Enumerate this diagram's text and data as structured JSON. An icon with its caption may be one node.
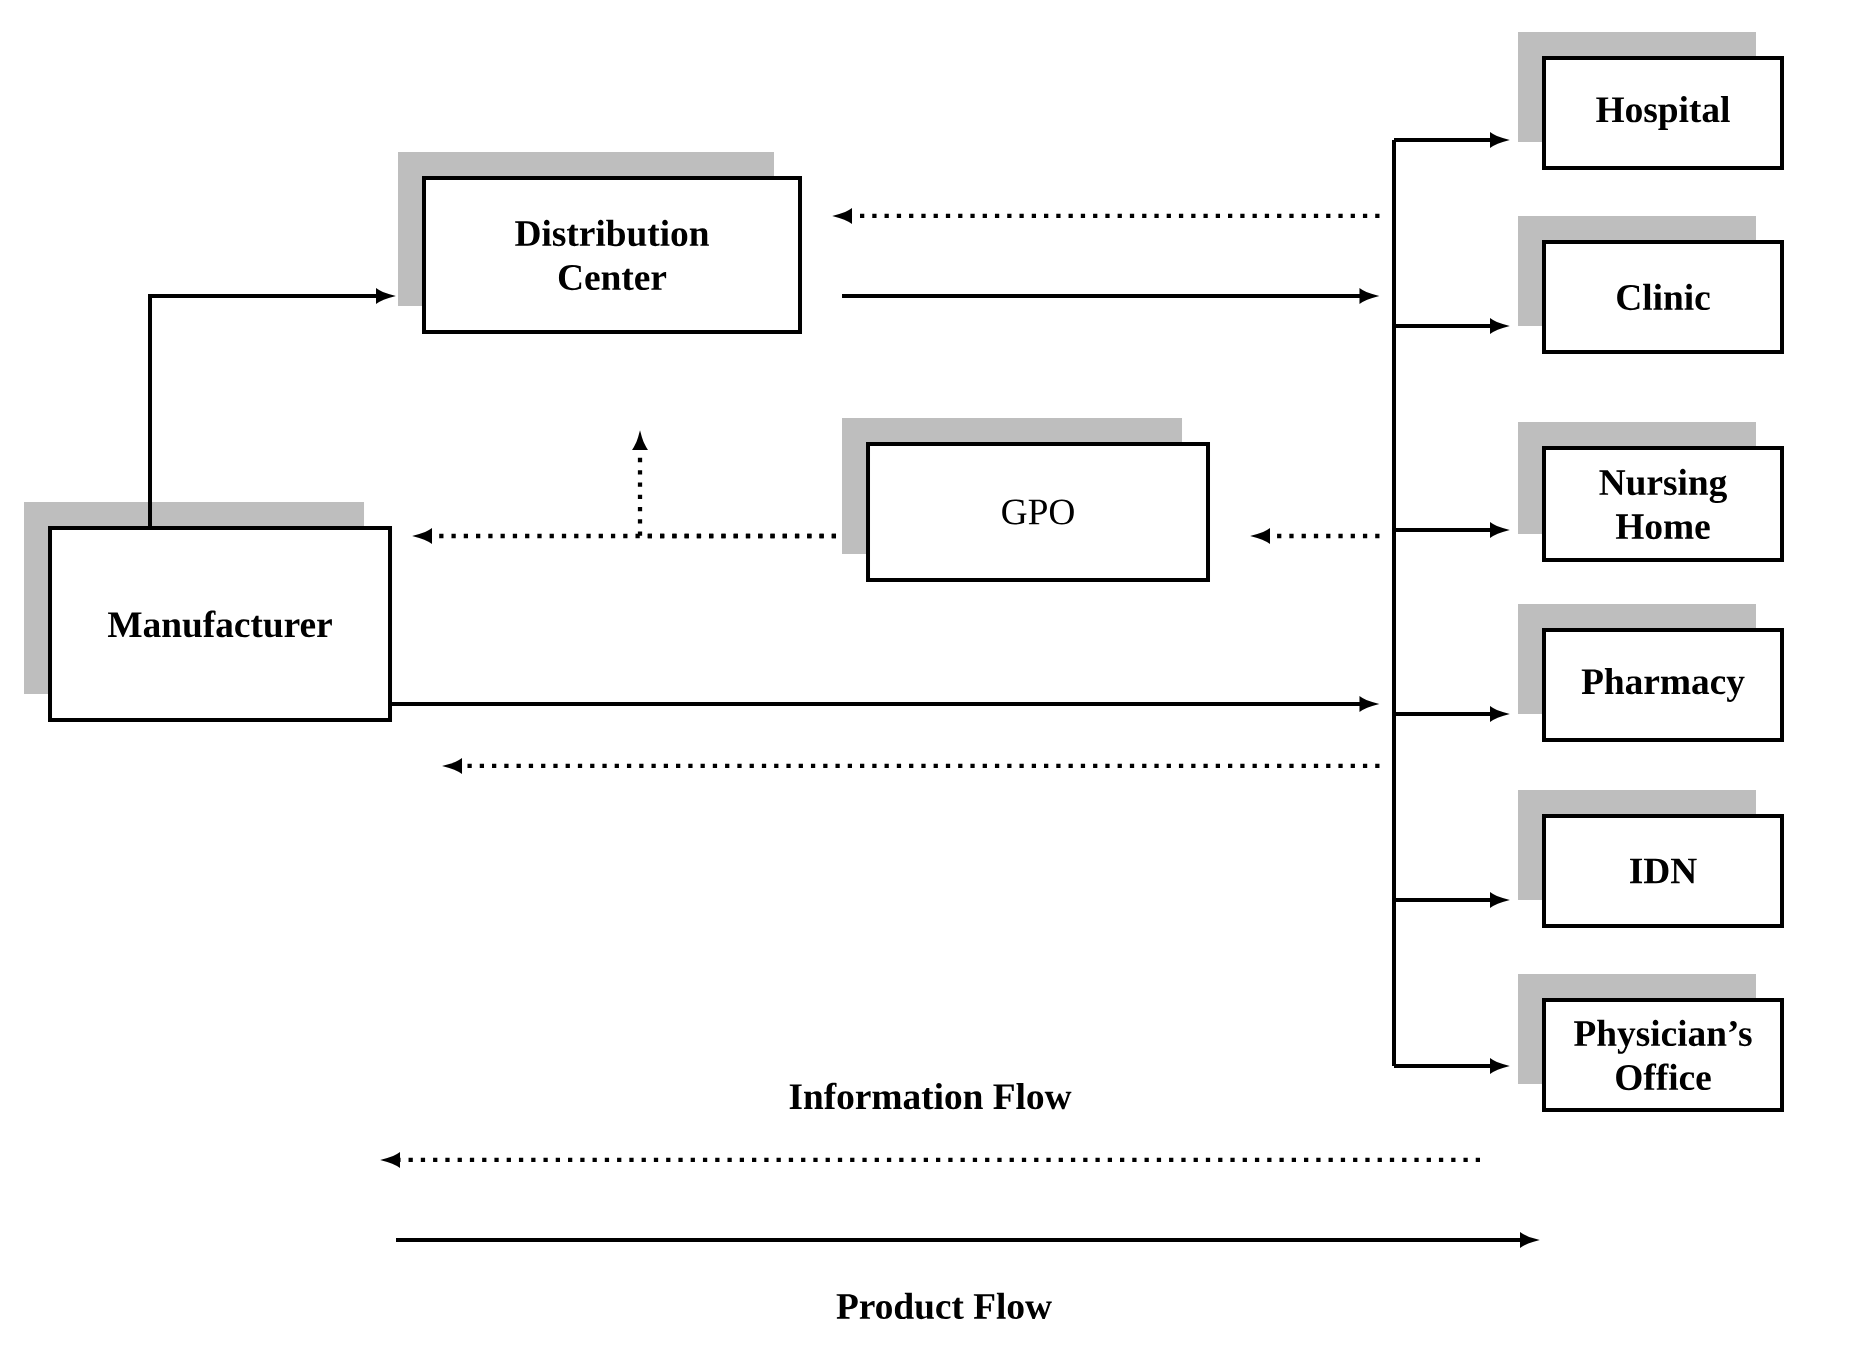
{
  "diagram": {
    "nodes": [
      {
        "text": [
          "Distribution Center"
        ]
      },
      {
        "text": [
          "Manufacturer"
        ]
      },
      {
        "text": [
          "GPO"
        ]
      },
      {
        "text": [
          "Hospital"
        ]
      },
      {
        "text": [
          "Clinic"
        ]
      },
      {
        "text": [
          "Nursing Home"
        ]
      },
      {
        "text": [
          "Pharmacy"
        ]
      },
      {
        "text": [
          "IDN"
        ]
      },
      {
        "text": [
          "Physician’s Office"
        ]
      },
      {
        "text": [],
        "shape": "bar"
      }
    ],
    "edges": [
      {
        "from": 1,
        "to": 0,
        "arrow": "to"
      },
      {
        "from": 0,
        "to": 9,
        "arrow": "to"
      },
      {
        "from": 1,
        "to": 9,
        "arrow": "to"
      },
      {
        "from": 9,
        "to": 3,
        "arrow": "to"
      },
      {
        "from": 9,
        "to": 4,
        "arrow": "to"
      },
      {
        "from": 9,
        "to": 5,
        "arrow": "to"
      },
      {
        "from": 9,
        "to": 6,
        "arrow": "to"
      },
      {
        "from": 9,
        "to": 7,
        "arrow": "to"
      },
      {
        "from": 9,
        "to": 8,
        "arrow": "to"
      },
      {
        "from": 9,
        "to": 0,
        "arrow": "to",
        "style": "dashed"
      },
      {
        "from": 9,
        "to": 2,
        "arrow": "to",
        "style": "dashed"
      },
      {
        "from": 2,
        "to": 1,
        "arrow": "to",
        "style": "dashed"
      },
      {
        "from": 2,
        "to": 0,
        "arrow": "to",
        "style": "dashed"
      },
      {
        "from": 9,
        "to": 1,
        "arrow": "to",
        "style": "dashed"
      }
    ],
    "legend": [
      {
        "text": "Information Flow"
      },
      {
        "text": "Product Flow"
      }
    ]
  }
}
